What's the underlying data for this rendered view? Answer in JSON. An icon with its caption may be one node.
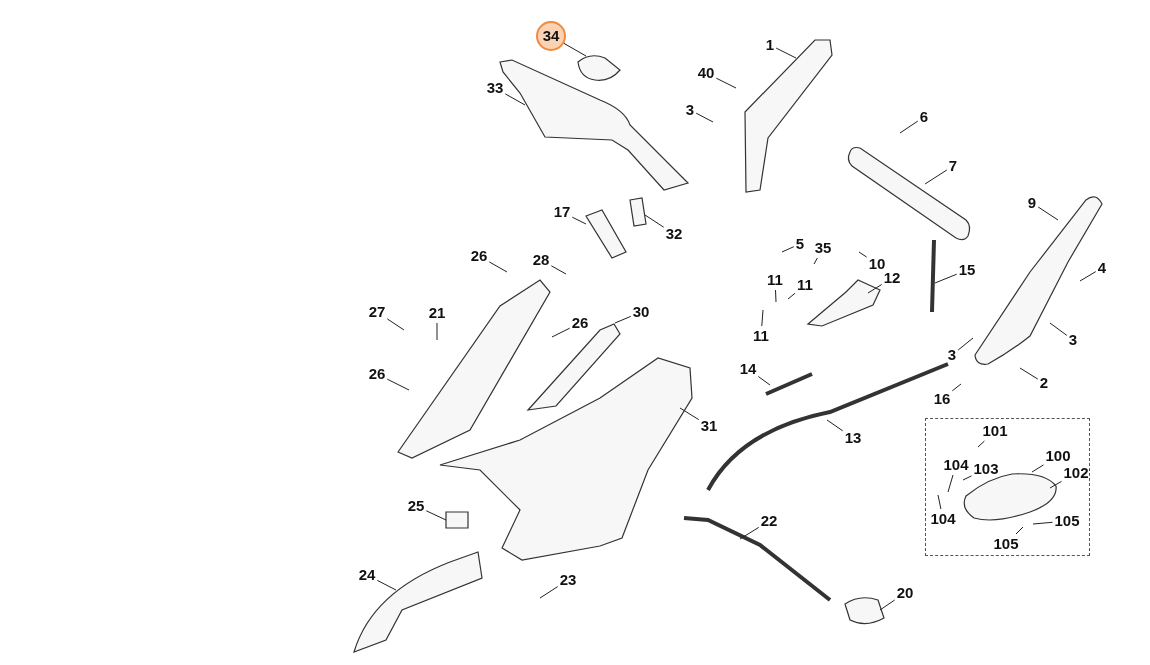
{
  "diagram": {
    "nodes": [
      {
        "text": [
          "34"
        ]
      },
      {
        "text": [
          "1"
        ]
      },
      {
        "text": [
          "40"
        ]
      },
      {
        "text": [
          "33"
        ]
      },
      {
        "text": [
          "3"
        ]
      },
      {
        "text": [
          "6"
        ]
      },
      {
        "text": [
          "7"
        ]
      },
      {
        "text": [
          "9"
        ]
      },
      {
        "text": [
          "17"
        ]
      },
      {
        "text": [
          "32"
        ]
      },
      {
        "text": [
          "5"
        ]
      },
      {
        "text": [
          "35"
        ]
      },
      {
        "text": [
          "10"
        ]
      },
      {
        "text": [
          "26"
        ]
      },
      {
        "text": [
          "28"
        ]
      },
      {
        "text": [
          "15"
        ]
      },
      {
        "text": [
          "4"
        ]
      },
      {
        "text": [
          "11"
        ]
      },
      {
        "text": [
          "11"
        ]
      },
      {
        "text": [
          "12"
        ]
      },
      {
        "text": [
          "27"
        ]
      },
      {
        "text": [
          "21"
        ]
      },
      {
        "text": [
          "30"
        ]
      },
      {
        "text": [
          "26"
        ]
      },
      {
        "text": [
          "11"
        ]
      },
      {
        "text": [
          "3"
        ]
      },
      {
        "text": [
          "3"
        ]
      },
      {
        "text": [
          "26"
        ]
      },
      {
        "text": [
          "14"
        ]
      },
      {
        "text": [
          "2"
        ]
      },
      {
        "text": [
          "16"
        ]
      },
      {
        "text": [
          "31"
        ]
      },
      {
        "text": [
          "13"
        ]
      },
      {
        "text": [],
        "shape": "box"
      },
      {
        "text": [
          "101"
        ],
        "in": 33
      },
      {
        "text": [
          "100"
        ],
        "in": 33
      },
      {
        "text": [
          "104"
        ],
        "in": 33
      },
      {
        "text": [
          "103"
        ],
        "in": 33
      },
      {
        "text": [
          "102"
        ],
        "in": 33
      },
      {
        "text": [
          "104"
        ],
        "in": 33
      },
      {
        "text": [
          "105"
        ],
        "in": 33
      },
      {
        "text": [
          "105"
        ],
        "in": 33
      },
      {
        "text": [
          "25"
        ]
      },
      {
        "text": [
          "22"
        ]
      },
      {
        "text": [
          "24"
        ]
      },
      {
        "text": [
          "23"
        ]
      },
      {
        "text": [
          "20"
        ]
      }
    ],
    "edges": [
      {
        "from": 0,
        "to": null,
        "arrow": "none"
      },
      {
        "from": 1,
        "to": null,
        "arrow": "none"
      },
      {
        "from": 2,
        "to": null,
        "arrow": "none"
      },
      {
        "from": 3,
        "to": null,
        "arrow": "none"
      },
      {
        "from": 4,
        "to": null,
        "arrow": "none"
      },
      {
        "from": 5,
        "to": null,
        "arrow": "none"
      },
      {
        "from": 6,
        "to": null,
        "arrow": "none"
      },
      {
        "from": 7,
        "to": null,
        "arrow": "none"
      },
      {
        "from": 8,
        "to": null,
        "arrow": "none"
      },
      {
        "from": 9,
        "to": null,
        "arrow": "none"
      },
      {
        "from": 10,
        "to": null,
        "arrow": "none"
      },
      {
        "from": 11,
        "to": null,
        "arrow": "none"
      },
      {
        "from": 12,
        "to": null,
        "arrow": "none"
      },
      {
        "from": 13,
        "to": null,
        "arrow": "none"
      },
      {
        "from": 14,
        "to": null,
        "arrow": "none"
      },
      {
        "from": 15,
        "to": null,
        "arrow": "none"
      },
      {
        "from": 16,
        "to": null,
        "arrow": "none"
      },
      {
        "from": 17,
        "to": null,
        "arrow": "none"
      },
      {
        "from": 18,
        "to": null,
        "arrow": "none"
      },
      {
        "from": 19,
        "to": null,
        "arrow": "none"
      },
      {
        "from": 20,
        "to": null,
        "arrow": "none"
      },
      {
        "from": 21,
        "to": null,
        "arrow": "none"
      },
      {
        "from": 22,
        "to": null,
        "arrow": "none"
      },
      {
        "from": 23,
        "to": null,
        "arrow": "none"
      },
      {
        "from": 24,
        "to": null,
        "arrow": "none"
      },
      {
        "from": 25,
        "to": null,
        "arrow": "none"
      },
      {
        "from": 26,
        "to": null,
        "arrow": "none"
      },
      {
        "from": 27,
        "to": null,
        "arrow": "none"
      },
      {
        "from": 28,
        "to": null,
        "arrow": "none"
      },
      {
        "from": 29,
        "to": null,
        "arrow": "none"
      },
      {
        "from": 30,
        "to": null,
        "arrow": "none"
      },
      {
        "from": 31,
        "to": null,
        "arrow": "none"
      },
      {
        "from": 32,
        "to": null,
        "arrow": "none"
      },
      {
        "from": 34,
        "to": null,
        "arrow": "none"
      },
      {
        "from": 35,
        "to": null,
        "arrow": "none"
      },
      {
        "from": 36,
        "to": null,
        "arrow": "none"
      },
      {
        "from": 37,
        "to": null,
        "arrow": "none"
      },
      {
        "from": 38,
        "to": null,
        "arrow": "none"
      },
      {
        "from": 39,
        "to": null,
        "arrow": "none"
      },
      {
        "from": 40,
        "to": null,
        "arrow": "none"
      },
      {
        "from": 41,
        "to": null,
        "arrow": "none"
      },
      {
        "from": 42,
        "to": null,
        "arrow": "none"
      },
      {
        "from": 43,
        "to": null,
        "arrow": "none"
      },
      {
        "from": 44,
        "to": null,
        "arrow": "none"
      },
      {
        "from": 45,
        "to": null,
        "arrow": "none"
      },
      {
        "from": 46,
        "to": null,
        "arrow": "none"
      }
    ]
  }
}
